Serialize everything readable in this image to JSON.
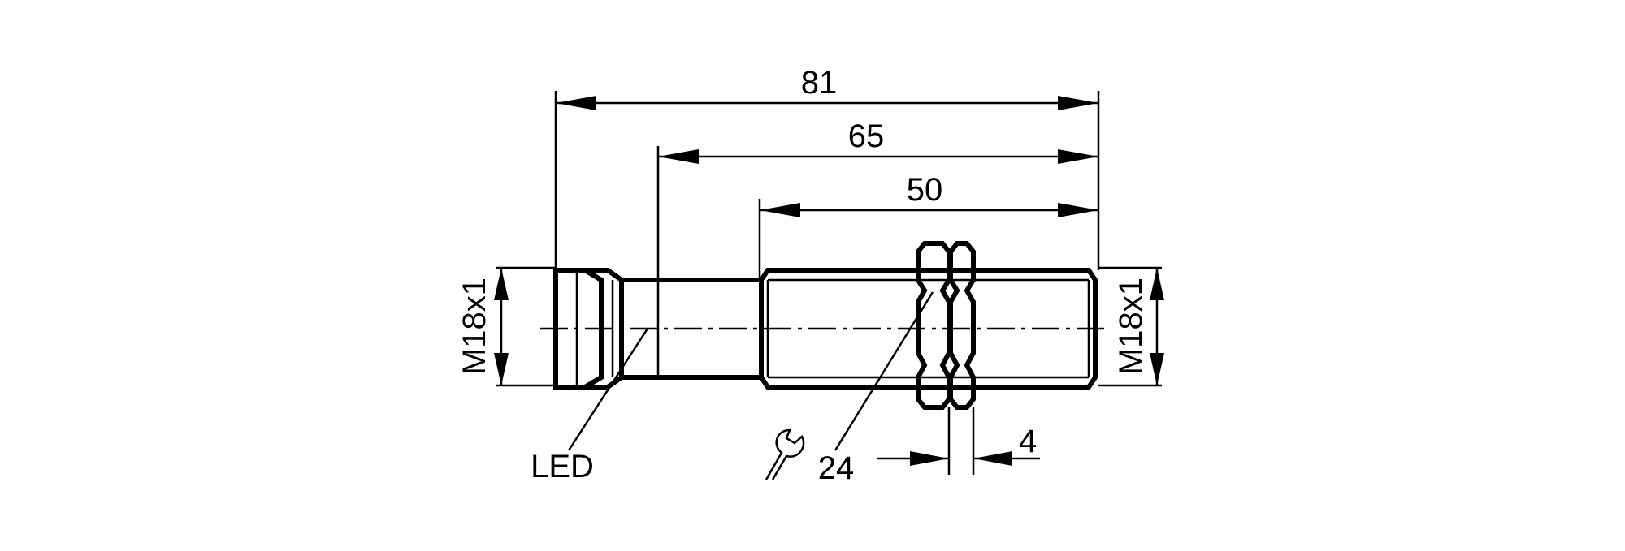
{
  "dimensions": {
    "overall_length": "81",
    "length_from_led": "65",
    "thread_length": "50",
    "thread_left": "M18x1",
    "thread_right": "M18x1",
    "wrench_size": "24",
    "nut_thickness": "4"
  },
  "labels": {
    "led": "LED"
  },
  "icons": {
    "wrench": "wrench-icon"
  },
  "colors": {
    "line": "#000000",
    "background": "#ffffff"
  }
}
